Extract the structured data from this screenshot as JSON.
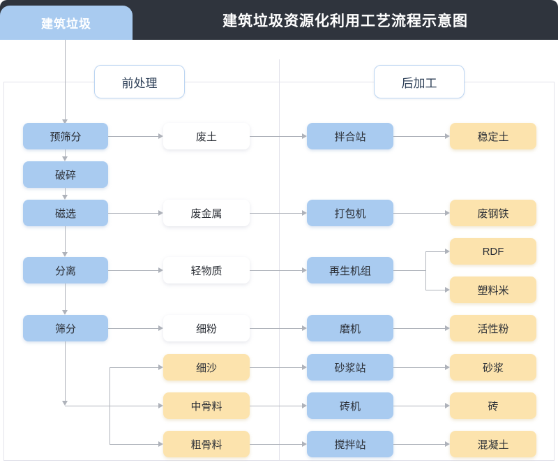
{
  "header": {
    "title": "建筑垃圾资源化利用工艺流程示意图",
    "source_tab_label": "建筑垃圾"
  },
  "stages": {
    "pre": "前处理",
    "post": "后加工"
  },
  "nodes": {
    "pre_screening": "预筛分",
    "crushing": "破碎",
    "magnetic_separation": "磁选",
    "separation": "分离",
    "screening": "筛分",
    "waste_soil": "废土",
    "waste_metal": "废金属",
    "light_material": "轻物质",
    "fine_powder": "细粉",
    "fine_sand": "细沙",
    "medium_aggregate": "中骨料",
    "coarse_aggregate": "粗骨料",
    "mixing_station": "拌合站",
    "baler": "打包机",
    "regeneration_unit": "再生机组",
    "grinder": "磨机",
    "mortar_station": "砂浆站",
    "brick_machine": "砖机",
    "agitation_station": "搅拌站",
    "stabilized_soil": "稳定土",
    "scrap_steel": "废钢铁",
    "rdf": "RDF",
    "plastic_pellets": "塑料米",
    "active_powder": "活性粉",
    "mortar": "砂浆",
    "brick": "砖",
    "concrete": "混凝土"
  },
  "colors": {
    "header_bg": "#2f343d",
    "accent_blue": "#a9cbf0",
    "accent_yellow": "#fce3ad",
    "node_white": "#ffffff",
    "connector": "#aeb2ba",
    "frame_border": "#e2e2ea",
    "pill_border": "#bcd5f2"
  }
}
